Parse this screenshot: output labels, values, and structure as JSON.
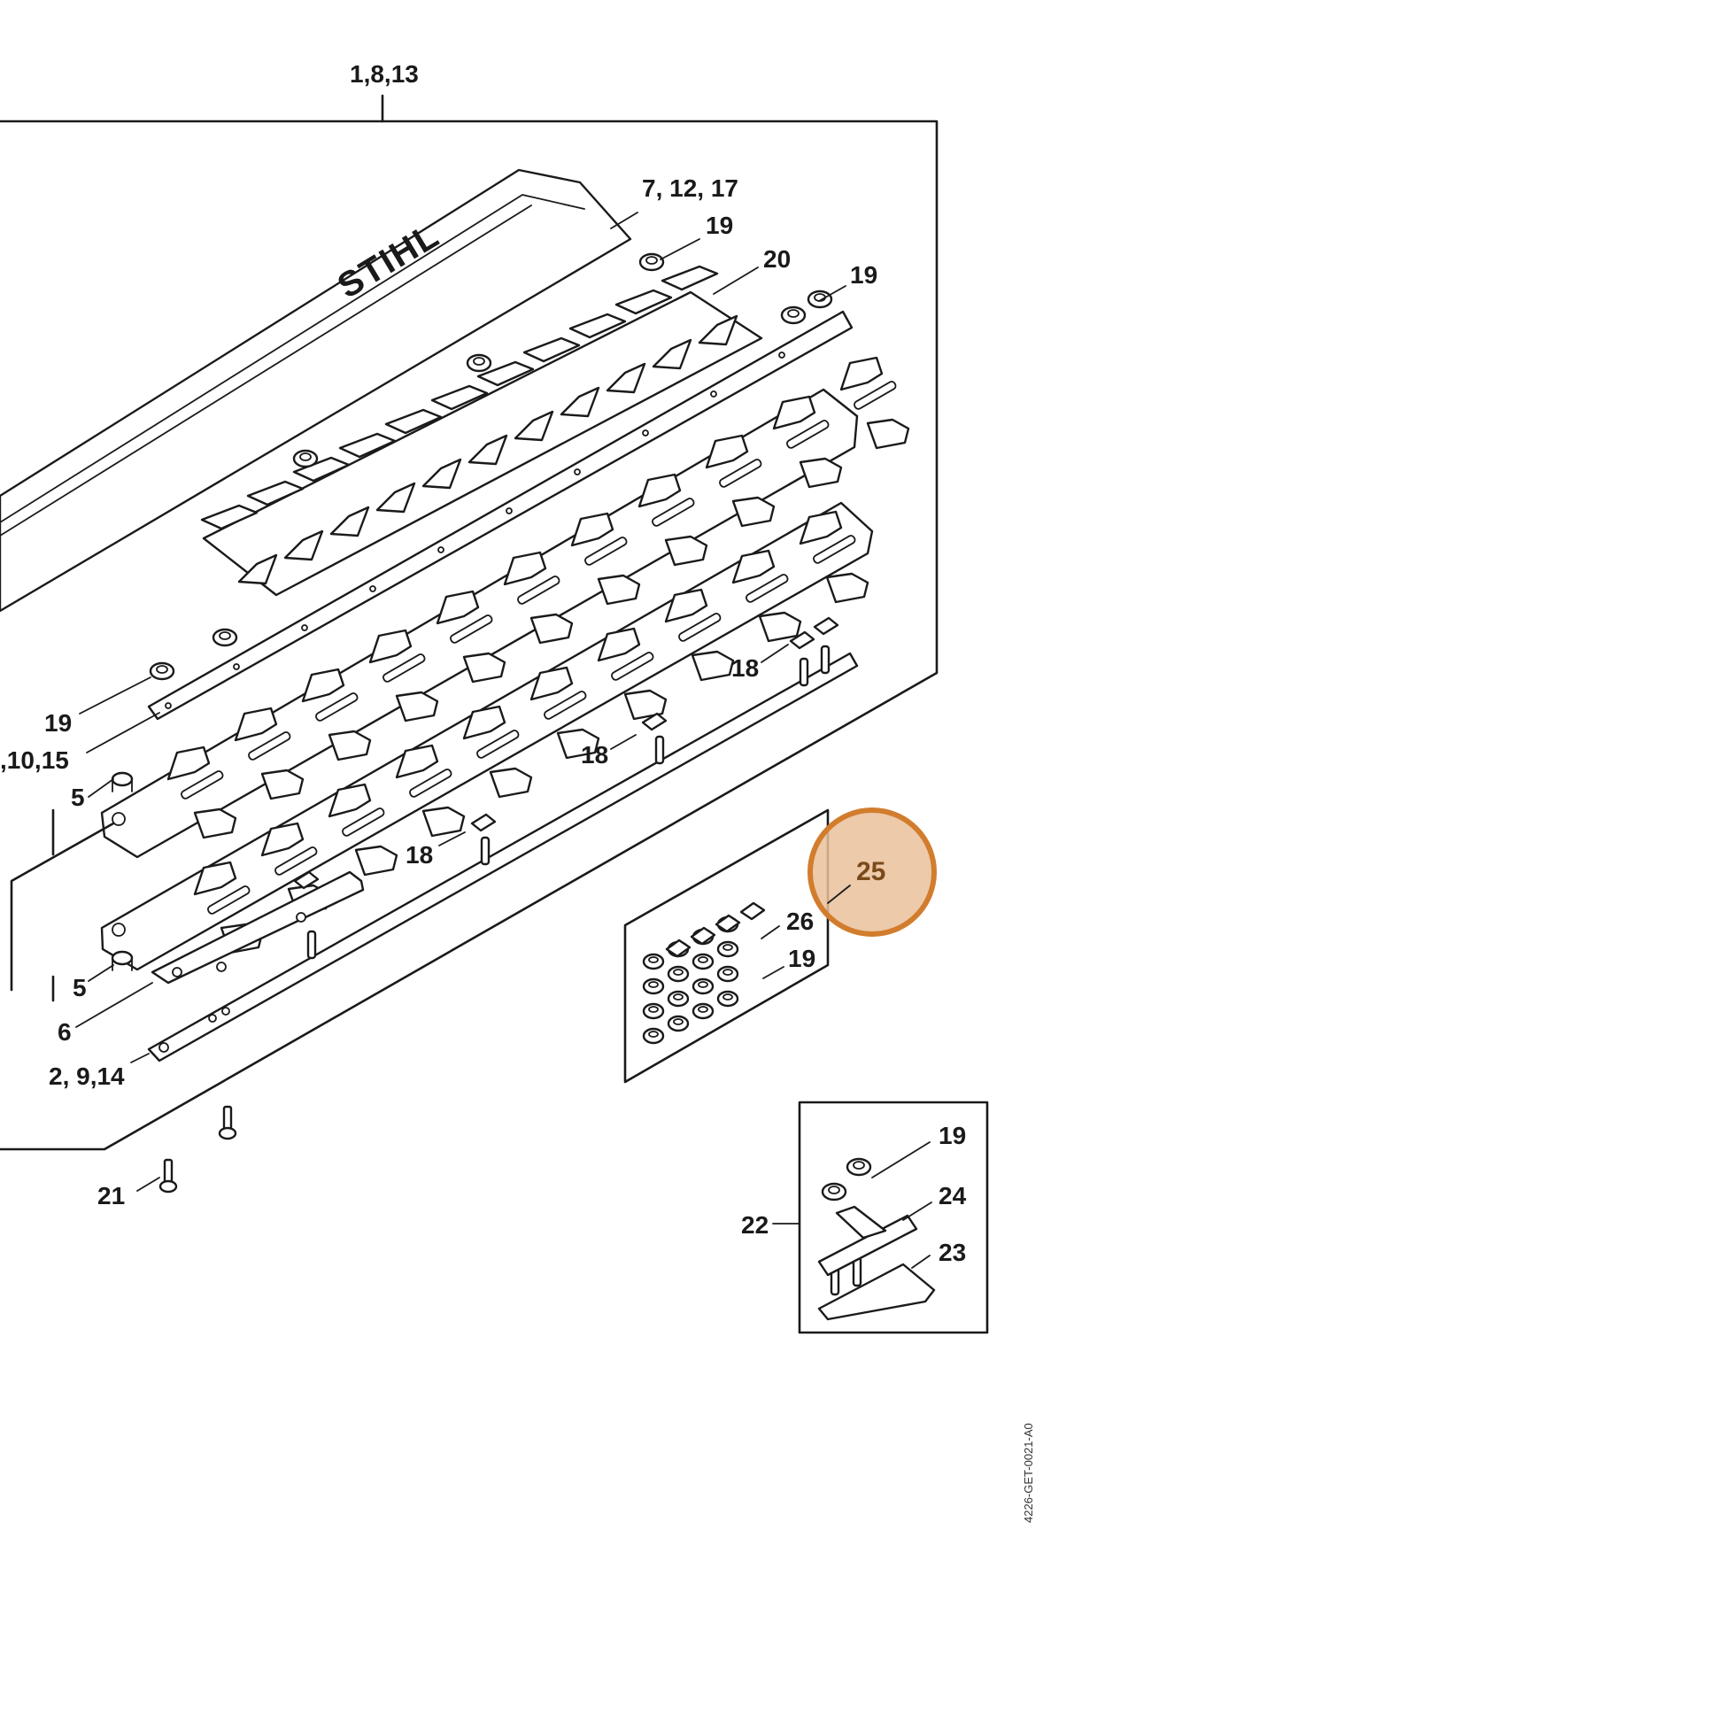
{
  "diagram": {
    "brand_text": "STIHL",
    "drawing_code": "4226-GET-0021-A0",
    "callouts": {
      "c_1_8_13": "1,8,13",
      "c_7_12_17": "7, 12, 17",
      "c_19_a": "19",
      "c_20": "20",
      "c_19_b": "19",
      "c_19_c": "19",
      "c_10_15": ",10,15",
      "c_5_a": "5",
      "c_5_b": "5",
      "c_6": "6",
      "c_2_9_14": "2, 9,14",
      "c_18_a": "18",
      "c_18_b": "18",
      "c_18_c": "18",
      "c_21": "21",
      "c_25": "25",
      "c_26": "26",
      "c_19_d": "19",
      "c_19_e": "19",
      "c_24": "24",
      "c_23": "23",
      "c_22": "22"
    },
    "highlight": {
      "label": "25",
      "fill": "#e9c19b",
      "stroke": "#d27d2d"
    }
  }
}
